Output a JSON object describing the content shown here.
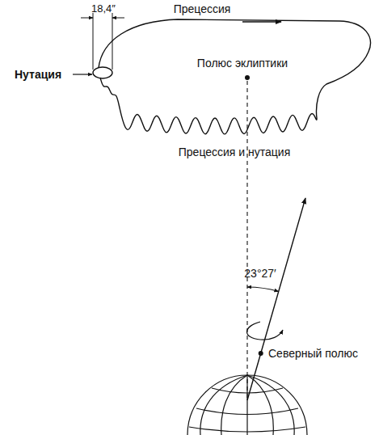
{
  "diagram": {
    "labels": [
      "18,4″",
      "Прецессия",
      "Нутация",
      "Полюс эклиптики",
      "Прецессия и нутация",
      "23°27′",
      "Северный полюс"
    ]
  }
}
